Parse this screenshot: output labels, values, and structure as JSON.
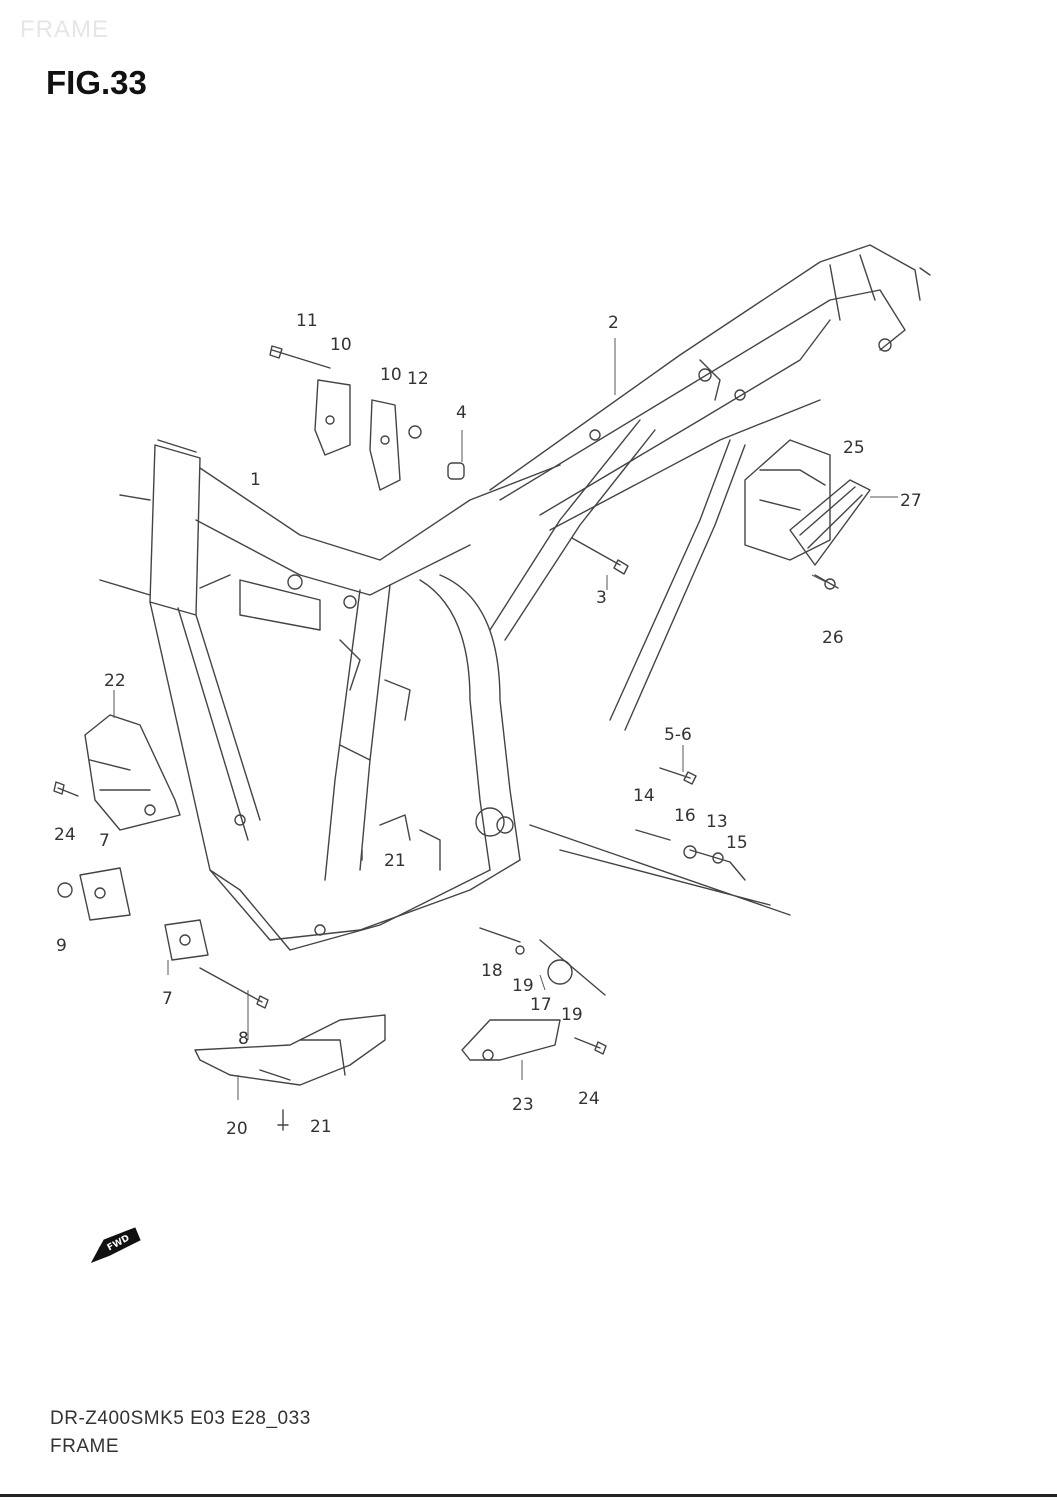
{
  "header": {
    "section_watermark": "FRAME",
    "figure_title": "FIG.33"
  },
  "footer": {
    "diagram_code": "DR-Z400SMK5 E03 E28_033",
    "section_name": "FRAME"
  },
  "fwd_badge": {
    "label": "FWD",
    "icon": "fwd-arrow-icon"
  },
  "callouts": {
    "c1": "1",
    "c2": "2",
    "c3": "3",
    "c4": "4",
    "c56": "5-6",
    "c7a": "7",
    "c7b": "7",
    "c8": "8",
    "c9": "9",
    "c10a": "10",
    "c10b": "10",
    "c11": "11",
    "c12": "12",
    "c13": "13",
    "c14": "14",
    "c15": "15",
    "c16": "16",
    "c17": "17",
    "c18": "18",
    "c19a": "19",
    "c19b": "19",
    "c20": "20",
    "c21a": "21",
    "c21b": "21",
    "c22": "22",
    "c23": "23",
    "c24a": "24",
    "c24b": "24",
    "c25": "25",
    "c26": "26",
    "c27": "27"
  }
}
